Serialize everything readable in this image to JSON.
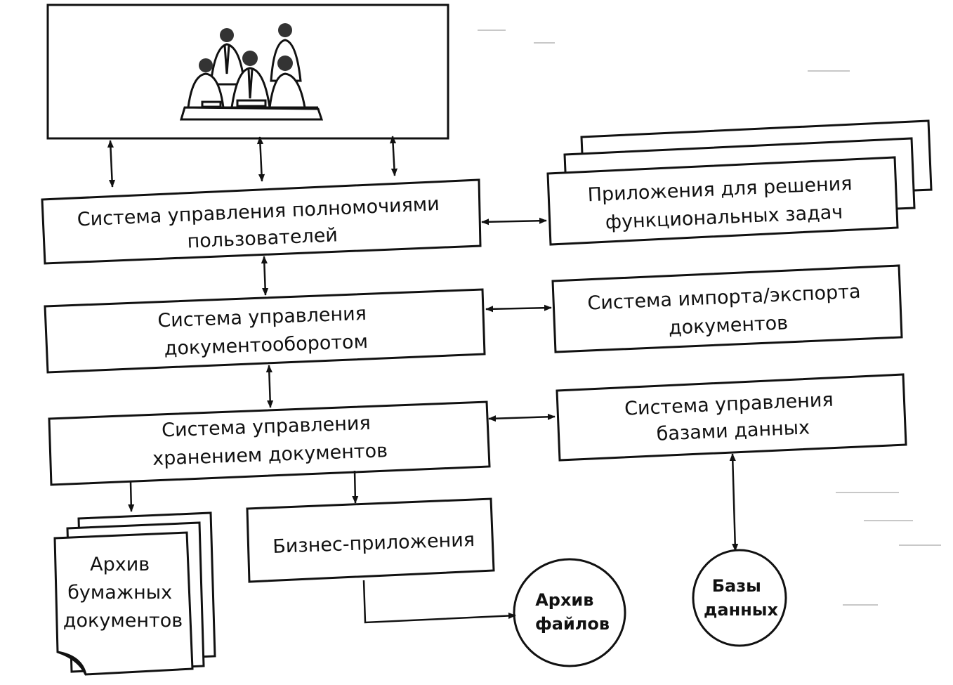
{
  "nodes": {
    "users_photo": {
      "label": ""
    },
    "authority_system": {
      "line1": "Система управления полномочиями",
      "line2": "пользователей"
    },
    "applications": {
      "line1": "Приложения для решения",
      "line2": "функциональных задач"
    },
    "workflow_system": {
      "line1": "Система управления",
      "line2": "документооборотом"
    },
    "import_export": {
      "line1": "Система импорта/экспорта",
      "line2": "документов"
    },
    "storage_system": {
      "line1": "Система управления",
      "line2": "хранением документов"
    },
    "dbms": {
      "line1": "Система управления",
      "line2": "базами данных"
    },
    "paper_archive": {
      "line1": "Архив",
      "line2": "бумажных",
      "line3": "документов"
    },
    "business_apps": {
      "line1": "Бизнес-приложения"
    },
    "file_archive": {
      "line1": "Архив",
      "line2": "файлов"
    },
    "databases": {
      "line1": "Базы",
      "line2": "данных"
    }
  },
  "edges": [
    {
      "from": "users_photo",
      "to": "authority_system",
      "direction": "both"
    },
    {
      "from": "authority_system",
      "to": "applications",
      "direction": "both"
    },
    {
      "from": "authority_system",
      "to": "workflow_system",
      "direction": "both"
    },
    {
      "from": "workflow_system",
      "to": "import_export",
      "direction": "both"
    },
    {
      "from": "workflow_system",
      "to": "storage_system",
      "direction": "both"
    },
    {
      "from": "storage_system",
      "to": "dbms",
      "direction": "both"
    },
    {
      "from": "storage_system",
      "to": "paper_archive",
      "direction": "forward"
    },
    {
      "from": "storage_system",
      "to": "business_apps",
      "direction": "forward"
    },
    {
      "from": "business_apps",
      "to": "file_archive",
      "direction": "forward"
    },
    {
      "from": "dbms",
      "to": "databases",
      "direction": "both"
    }
  ]
}
